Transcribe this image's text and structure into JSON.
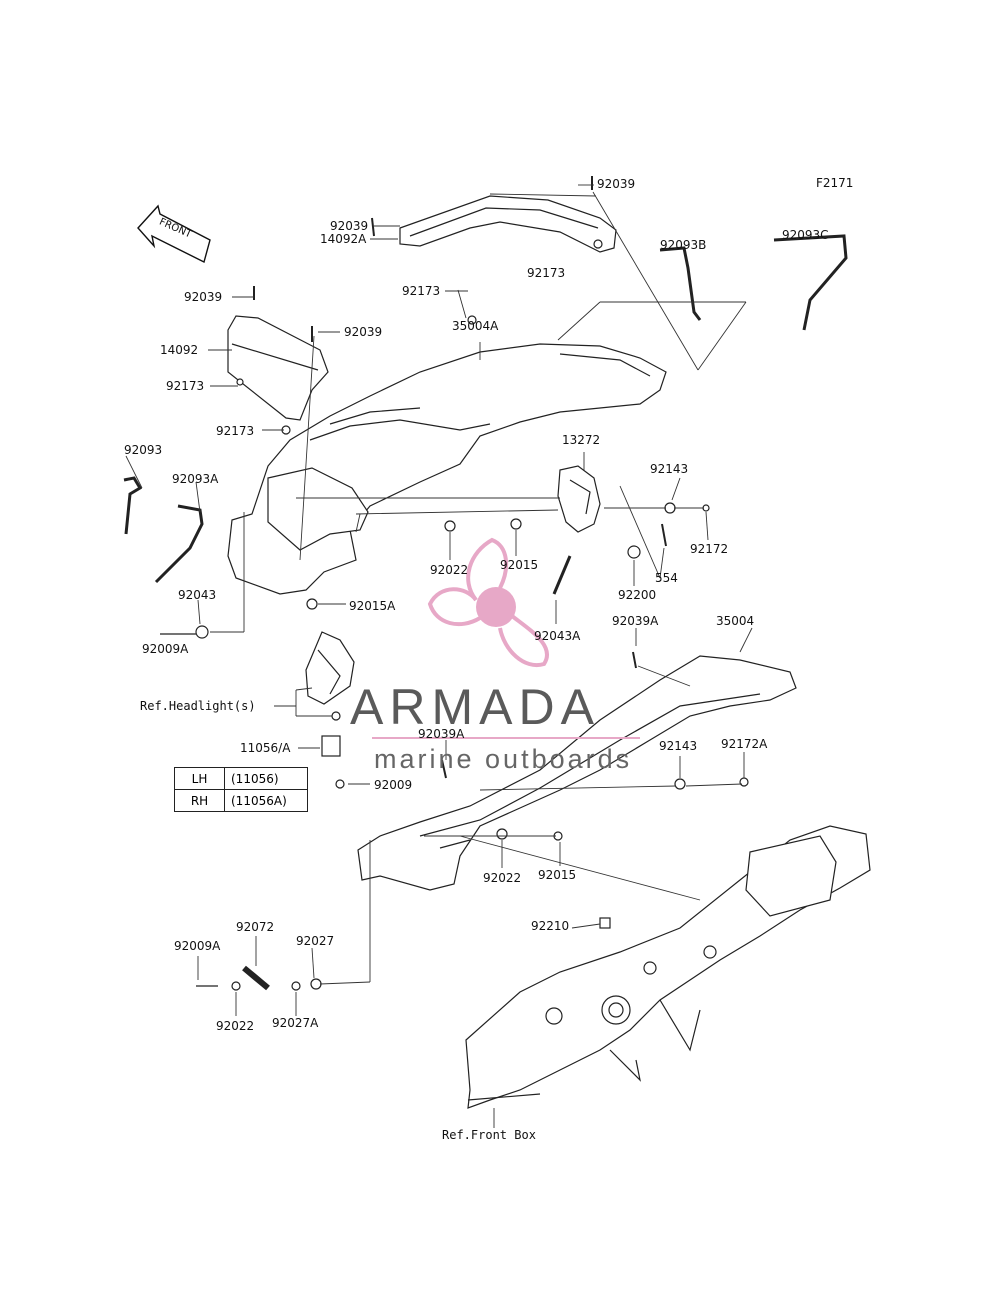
{
  "figure_code": "F2171",
  "front_arrow_label": "FRONT",
  "labels": {
    "p92039_top": "92039",
    "p92039_mid": "92039",
    "p14092A": "14092A",
    "p92173_top": "92173",
    "p92173_topright": "92173",
    "p92093B": "92093B",
    "p92093C": "92093C",
    "p92039_left": "92039",
    "p92039_left2": "92039",
    "p14092": "14092",
    "p35004A": "35004A",
    "p92173_left": "92173",
    "p92173_left2": "92173",
    "p92093": "92093",
    "p92093A": "92093A",
    "p13272": "13272",
    "p92143_top": "92143",
    "p92172": "92172",
    "p92022_top": "92022",
    "p92015_top": "92015",
    "p554": "554",
    "p92200": "92200",
    "p92043": "92043",
    "p92015A": "92015A",
    "p92043A": "92043A",
    "p92009A_top": "92009A",
    "p92039A_top": "92039A",
    "p35004": "35004",
    "ref_headlight": "Ref.Headlight(s)",
    "p11056A": "11056/A",
    "p92039A_mid": "92039A",
    "p92143_mid": "92143",
    "p92172A": "92172A",
    "p92009": "92009",
    "p92022_mid": "92022",
    "p92015_mid": "92015",
    "p92210": "92210",
    "p92072": "92072",
    "p92009A_bot": "92009A",
    "p92027": "92027",
    "p92022_bot": "92022",
    "p92027A": "92027A",
    "ref_front_box": "Ref.Front Box"
  },
  "reference_table": [
    {
      "side": "LH",
      "part": "(11056)"
    },
    {
      "side": "RH",
      "part": "(11056A)"
    }
  ],
  "watermark": {
    "brand": "ARMADA",
    "tagline": "marine outboards",
    "accent_color": "#e7a8c7"
  }
}
